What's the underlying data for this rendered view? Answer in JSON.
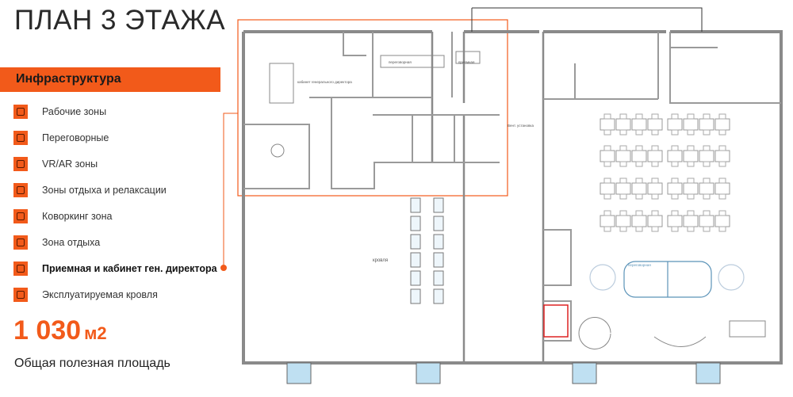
{
  "title": "ПЛАН 3 ЭТАЖА",
  "section_title": "Инфраструктура",
  "items": [
    {
      "label": "Рабочие зоны",
      "icon": "office-chair-icon"
    },
    {
      "label": "Переговорные",
      "icon": "meeting-table-icon"
    },
    {
      "label": "VR/AR зоны",
      "icon": "vr-icon"
    },
    {
      "label": "Зоны отдыха и релаксации",
      "icon": "relax-icon"
    },
    {
      "label": "Коворкинг зона",
      "icon": "coworking-icon"
    },
    {
      "label": "Зона отдыха",
      "icon": "sofa-icon"
    },
    {
      "label": "Приемная и кабинет ген. директора",
      "icon": "reception-icon",
      "active": true
    },
    {
      "label": "Эксплуатируемая кровля",
      "icon": "tools-icon"
    }
  ],
  "area": {
    "value": "1 030",
    "unit": "м2",
    "caption": "Общая полезная площадь"
  },
  "plan": {
    "roof": "кровля",
    "director": "кабинет генерального директора",
    "meeting_1": "переговорная",
    "meeting_2": "переговорная",
    "reception": "приемная",
    "vent": "Вент. установка"
  },
  "colors": {
    "accent": "#f25a1a",
    "wall": "#8a8a8a",
    "glass": "#bfe0f2",
    "meeting": "#5b93b8"
  }
}
